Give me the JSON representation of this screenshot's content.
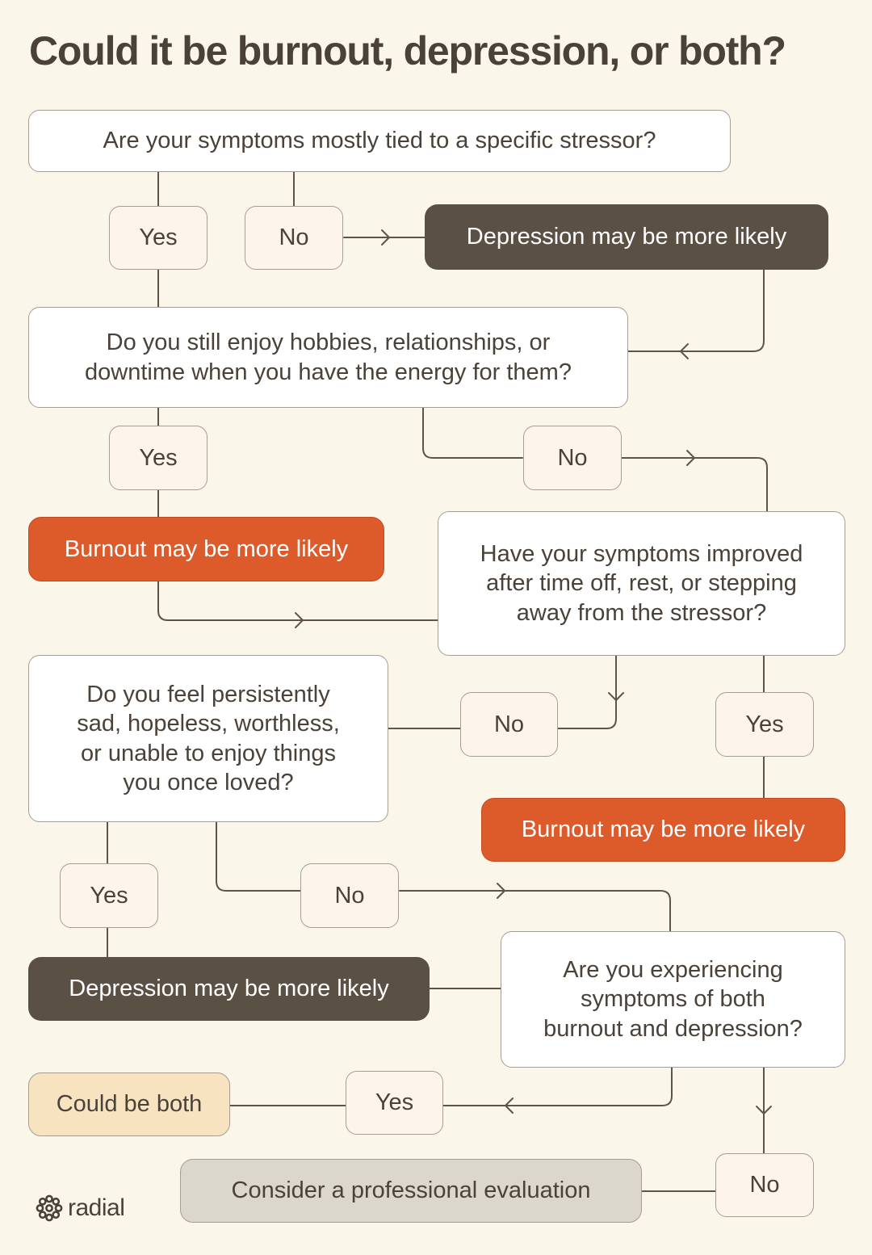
{
  "title": "Could it be burnout, depression, or both?",
  "questions": {
    "q1": "Are your symptoms mostly tied to a specific stressor?",
    "q2": "Do you still enjoy hobbies, relationships, or\ndowntime when you have the energy for them?",
    "q3": "Have your symptoms improved\nafter time off, rest, or stepping\naway from the stressor?",
    "q4": "Do you feel persistently\nsad, hopeless, worthless,\nor unable to enjoy things\nyou once loved?",
    "q5": "Are you experiencing\nsymptoms of both\nburnout and depression?"
  },
  "answers": {
    "q1_yes": "Yes",
    "q1_no": "No",
    "q2_yes": "Yes",
    "q2_no": "No",
    "q3_no": "No",
    "q3_yes": "Yes",
    "q4_yes": "Yes",
    "q4_no": "No",
    "q5_yes": "Yes",
    "q5_no": "No"
  },
  "results": {
    "depression_1": "Depression may be more likely",
    "burnout_1": "Burnout may be more likely",
    "burnout_2": "Burnout may be more likely",
    "depression_2": "Depression may be more likely",
    "both": "Could be both",
    "evaluation": "Consider a professional evaluation"
  },
  "brand": {
    "name": "radial",
    "icon": "radial-logo-icon"
  },
  "colors": {
    "background": "#FBF6EA",
    "depression": "#5B5044",
    "burnout": "#DD5A2B",
    "both": "#F8E3C1",
    "evaluation": "#DCD7CC",
    "line": "#5E5448"
  }
}
